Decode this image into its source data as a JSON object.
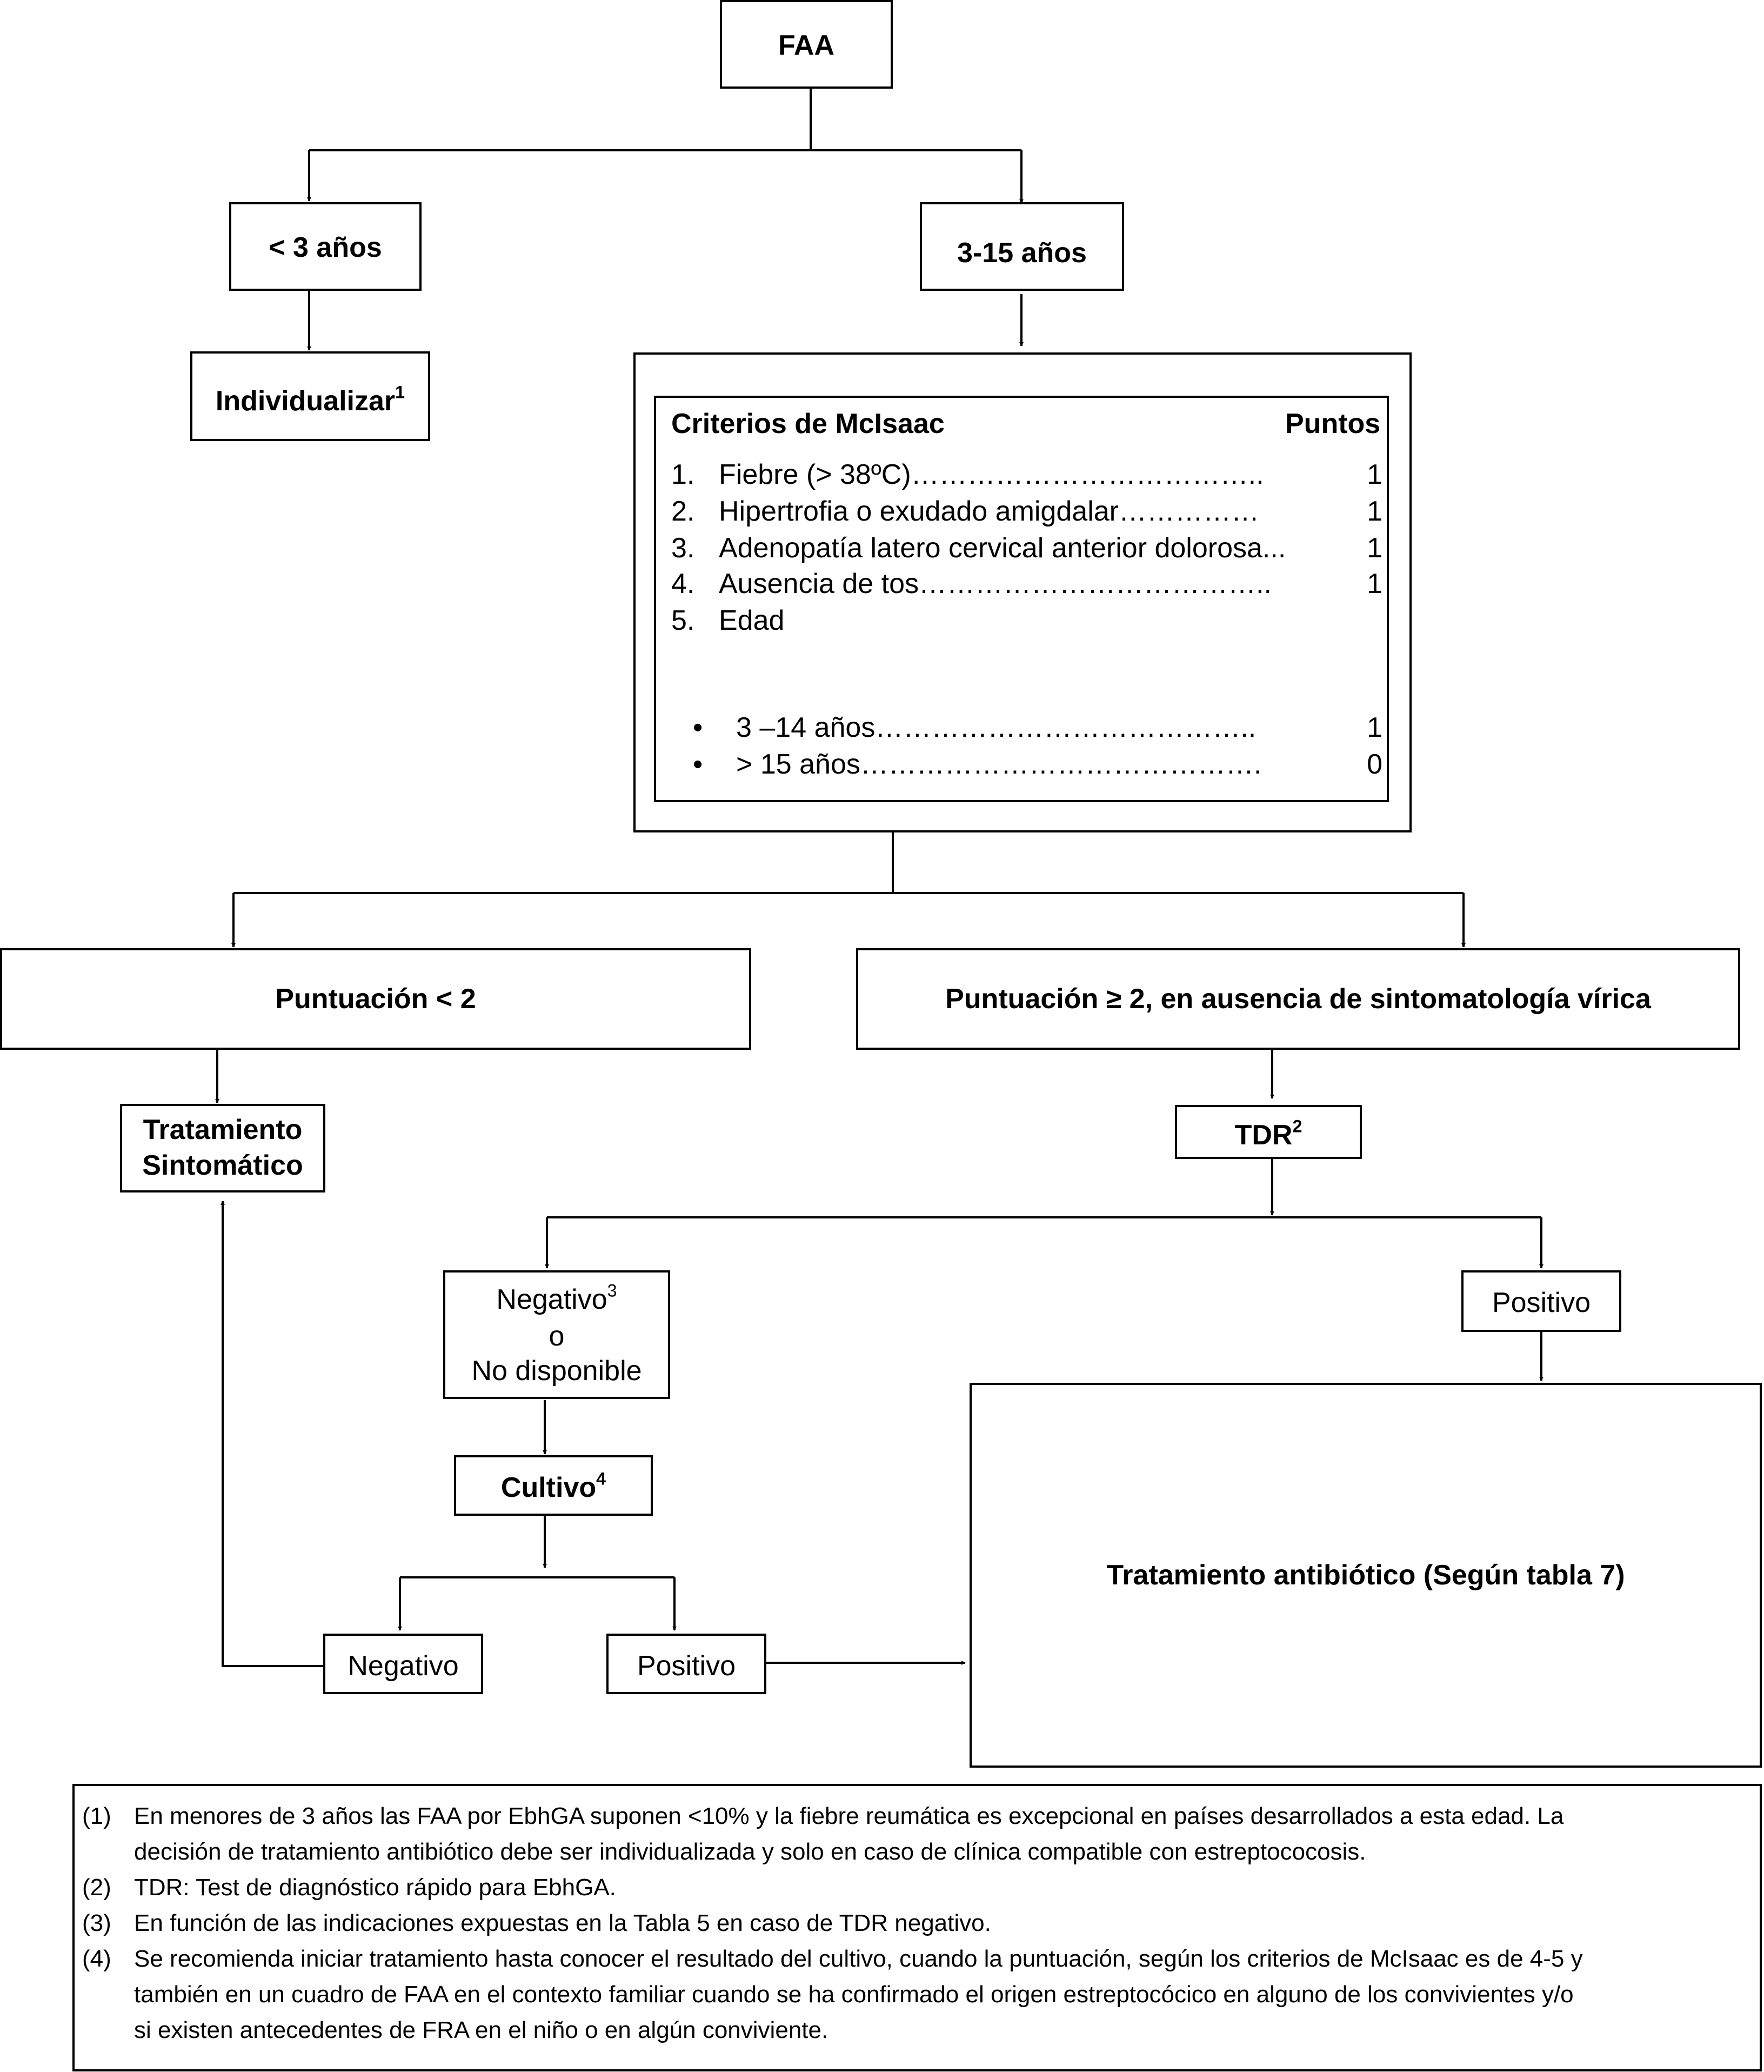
{
  "nodes": {
    "faa": "FAA",
    "age_lt3": "< 3 años",
    "age_3_15": "3-15 años",
    "individualizar": "Individualizar",
    "individualizar_sup": "1",
    "score_lt2": "Puntuación < 2",
    "score_ge2": "Puntuación ≥ 2, en ausencia de sintomatología vírica",
    "tratamiento_sintomatico_l1": "Tratamiento",
    "tratamiento_sintomatico_l2": "Sintomático",
    "tdr": "TDR",
    "tdr_sup": "2",
    "negativo_nd_l1": "Negativo",
    "negativo_nd_sup": "3",
    "negativo_nd_l2": "o",
    "negativo_nd_l3": "No disponible",
    "positivo_tdr": "Positivo",
    "cultivo": "Cultivo",
    "cultivo_sup": "4",
    "negativo_cultivo": "Negativo",
    "positivo_cultivo": "Positivo",
    "tratamiento_antibiotico": "Tratamiento antibiótico (Según tabla 7)"
  },
  "criteria": {
    "title": "Criterios de McIsaac",
    "points_header": "Puntos",
    "items": [
      {
        "num": "1.",
        "label": "Fiebre (> 38ºC)………………………………..",
        "points": "1"
      },
      {
        "num": "2.",
        "label": "Hipertrofia o exudado amigdalar……………",
        "points": "1"
      },
      {
        "num": "3.",
        "label": "Adenopatía latero cervical anterior dolorosa...",
        "points": "1"
      },
      {
        "num": "4.",
        "label": "Ausencia de tos………………………………..",
        "points": "1"
      },
      {
        "num": "5.",
        "label": "Edad",
        "points": ""
      }
    ],
    "age_items": [
      {
        "bullet": "•",
        "label": "3 –14 años…………………………………..",
        "points": "1"
      },
      {
        "bullet": "•",
        "label": "> 15 años…………………………………….",
        "points": "0"
      }
    ]
  },
  "footnotes": [
    {
      "num": "(1)",
      "lines": [
        "En menores de 3 años las FAA por EbhGA suponen <10% y la fiebre reumática es excepcional en países desarrollados a esta edad. La",
        "decisión de tratamiento antibiótico debe ser individualizada y solo en caso de clínica compatible con estreptococosis."
      ]
    },
    {
      "num": "(2)",
      "lines": [
        "TDR: Test de diagnóstico rápido para EbhGA."
      ]
    },
    {
      "num": "(3)",
      "lines": [
        "En función de las indicaciones expuestas en la Tabla 5 en caso de TDR negativo."
      ]
    },
    {
      "num": "(4)",
      "lines": [
        "Se recomienda iniciar tratamiento hasta conocer el resultado del cultivo, cuando la puntuación, según los criterios de McIsaac  es de 4-5 y",
        "también en un cuadro de FAA en el contexto familiar cuando se ha confirmado el origen estreptocócico en alguno de los convivientes y/o",
        "si existen antecedentes de FRA en el niño o en algún conviviente."
      ]
    }
  ]
}
